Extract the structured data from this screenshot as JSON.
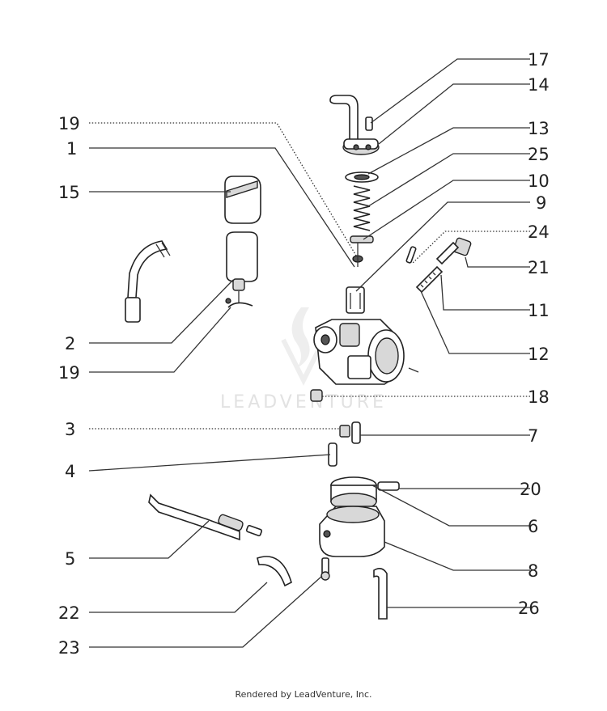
{
  "diagram": {
    "callouts": [
      "17",
      "14",
      "19",
      "13",
      "1",
      "25",
      "10",
      "15",
      "9",
      "24",
      "21",
      "11",
      "2",
      "12",
      "19",
      "18",
      "3",
      "7",
      "4",
      "20",
      "6",
      "5",
      "8",
      "22",
      "26",
      "23"
    ]
  },
  "watermark": {
    "text": "LEADVENTURE"
  },
  "footer": {
    "text": "Rendered by LeadVenture, Inc."
  }
}
